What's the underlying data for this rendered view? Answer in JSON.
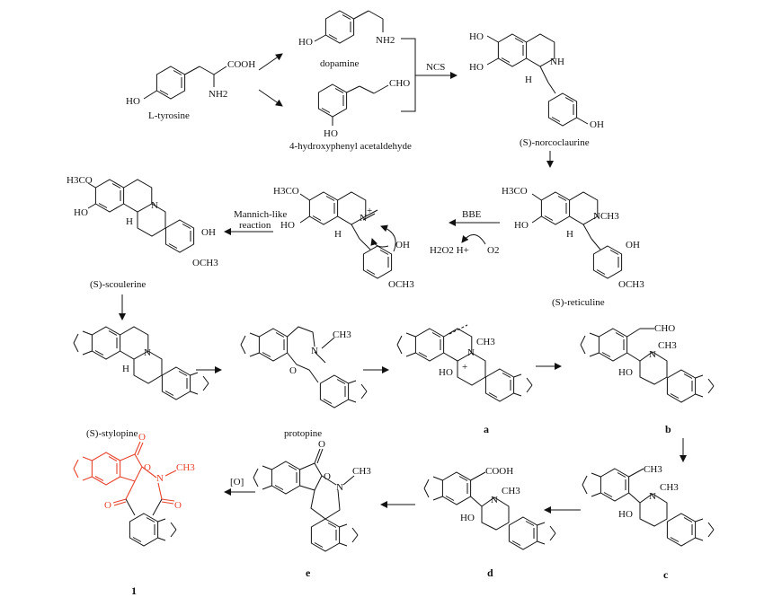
{
  "compounds": {
    "tyrosine": "L-tyrosine",
    "dopamine": "dopamine",
    "hpaa": "4-hydroxyphenyl acetaldehyde",
    "norcoclaurine": "(S)-norcoclaurine",
    "reticuline": "(S)-reticuline",
    "scoulerine": "(S)-scoulerine",
    "stylopine": "(S)-stylopine",
    "protopine": "protopine",
    "a": "a",
    "b": "b",
    "c": "c",
    "d": "d",
    "e": "e",
    "final": "1"
  },
  "reagents": {
    "ncs": "NCS",
    "bbe": "BBE",
    "h2o2": "H2O2 H+",
    "o2": "O2",
    "mannich1": "Mannich-like",
    "mannich2": "reaction",
    "oxidation": "[O]"
  },
  "atoms": {
    "ho": "HO",
    "oh": "OH",
    "cooh": "COOH",
    "nh2": "NH2",
    "cho": "CHO",
    "nh": "NH",
    "n": "N",
    "h": "H",
    "o": "O",
    "h3co": "H3CO",
    "och3": "OCH3",
    "nch3": "NCH3",
    "ch3": "CH3",
    "plus": "+"
  },
  "colors": {
    "highlight": "#e8432e",
    "ink": "#111111"
  }
}
